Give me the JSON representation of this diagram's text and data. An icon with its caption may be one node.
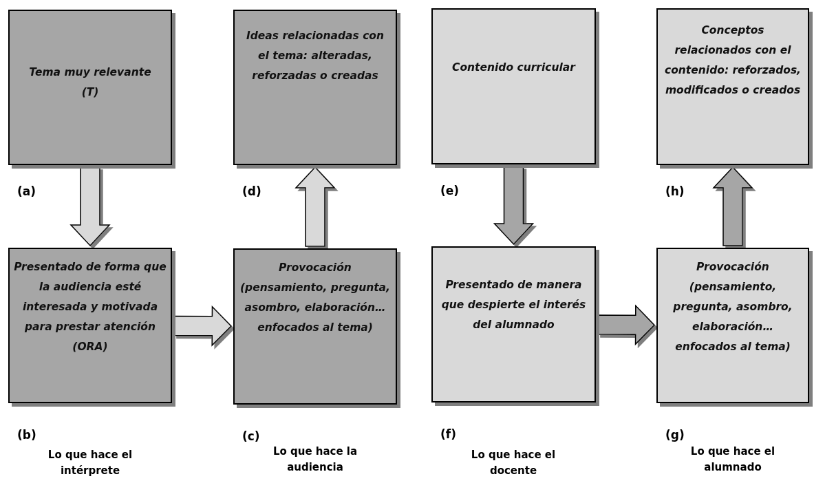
{
  "diagram": {
    "nodes": [
      {
        "text": [
          "Tema muy relevante (T)"
        ],
        "beside": [
          "(a)"
        ]
      },
      {
        "text": [
          "Ideas relacionadas con el tema: alteradas, reforzadas o creadas"
        ],
        "beside": [
          "(d)"
        ]
      },
      {
        "text": [
          "Contenido curricular"
        ],
        "beside": [
          "(e)"
        ]
      },
      {
        "text": [
          "Conceptos relacionados con el contenido: reforzados, modificados o creados"
        ],
        "beside": [
          "(h)"
        ]
      },
      {
        "text": [
          "Presentado de forma que la audiencia esté interesada y motivada para prestar  atención (ORA)"
        ],
        "beside": [
          "(b)"
        ]
      },
      {
        "text": [
          "Provocación (pensamiento, pregunta, asombro, elaboración… enfocados al tema)"
        ],
        "beside": [
          "(c)"
        ]
      },
      {
        "text": [
          "Presentado de manera que despierte el interés del alumnado"
        ],
        "beside": [
          "(f)"
        ]
      },
      {
        "text": [
          "Provocación (pensamiento, pregunta, asombro, elaboración… enfocados al tema)"
        ],
        "beside": [
          "(g)"
        ]
      }
    ],
    "edges": [
      {
        "from": 0,
        "to": 4,
        "arrow": "to",
        "color": "#d9d9d9"
      },
      {
        "from": 4,
        "to": 5,
        "arrow": "to",
        "color": "#d9d9d9"
      },
      {
        "from": 5,
        "to": 1,
        "arrow": "to",
        "color": "#d9d9d9"
      },
      {
        "from": 2,
        "to": 6,
        "arrow": "to",
        "color": "#a6a6a6"
      },
      {
        "from": 6,
        "to": 7,
        "arrow": "to",
        "color": "#a6a6a6"
      },
      {
        "from": 7,
        "to": 3,
        "arrow": "to",
        "color": "#a6a6a6"
      }
    ],
    "labels": [
      "Lo que hace el intérprete",
      "Lo que hace la audiencia",
      "Lo que hace el docente",
      "Lo que hace el alumnado"
    ]
  }
}
